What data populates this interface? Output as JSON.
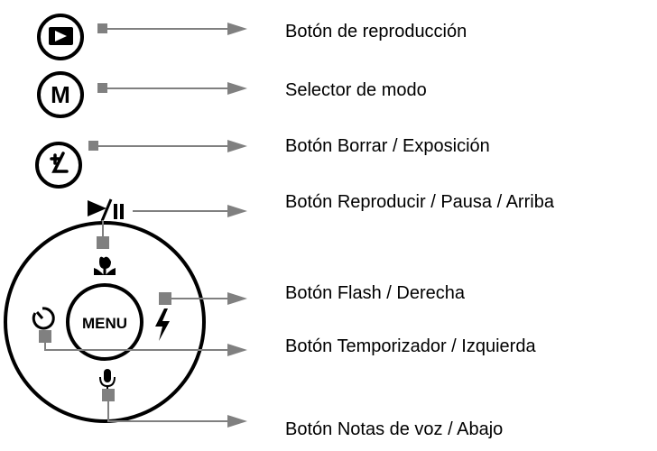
{
  "center_button": {
    "text": "MENU"
  },
  "mode_button": {
    "text": "M"
  },
  "labels": [
    "Botón de reproducción",
    "Selector de modo",
    "Botón Borrar / Exposición",
    "Botón Reproducir / Pausa / Arriba",
    "Botón Flash / Derecha",
    "Botón Temporizador / Izquierda",
    "Botón Notas de voz / Abajo"
  ],
  "colors": {
    "line": "#808080",
    "ink": "#000000",
    "marker": "#808080"
  },
  "icons": {
    "playback": "playback-icon",
    "delete_exposure": "delete-exposure-icon",
    "play_pause": "play-pause-icon",
    "macro": "macro-flower-icon",
    "flash": "flash-icon",
    "timer": "self-timer-icon",
    "voice": "microphone-icon"
  }
}
